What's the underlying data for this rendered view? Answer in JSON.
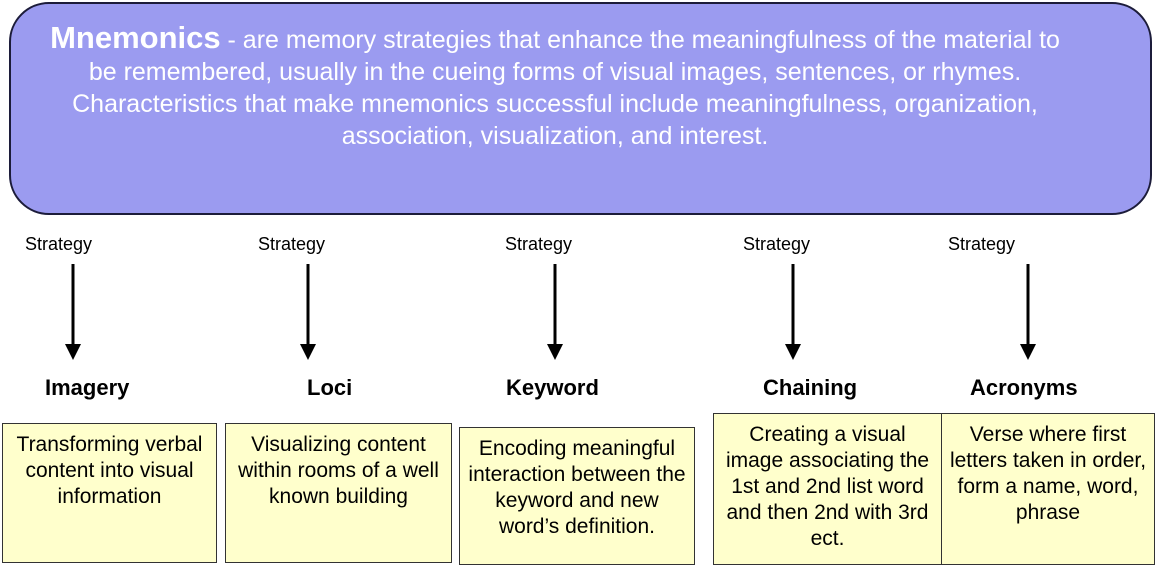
{
  "header": {
    "term": "Mnemonics",
    "definition": " - are memory strategies that enhance the meaningfulness of the material to be remembered, usually in the cueing forms of visual images, sentences, or rhymes. Characteristics that make mnemonics successful include meaningfulness, organization, association, visualization, and interest."
  },
  "strategies": [
    {
      "label": "Strategy",
      "name": "Imagery",
      "description": "Transforming verbal content into visual information"
    },
    {
      "label": "Strategy",
      "name": "Loci",
      "description": "Visualizing content within rooms of a well known building"
    },
    {
      "label": "Strategy",
      "name": "Keyword",
      "description": "Encoding  meaningful interaction between the keyword and new word’s definition."
    },
    {
      "label": "Strategy",
      "name": "Chaining",
      "description": "Creating a visual image associating the 1st and 2nd  list word and then 2nd with 3rd ect."
    },
    {
      "label": "Strategy",
      "name": "Acronyms",
      "description": "Verse where first letters taken in order, form a name, word, phrase"
    }
  ],
  "colors": {
    "header_fill": "#9b9bf0",
    "header_text": "#ffffff",
    "box_fill": "#ffffcc"
  }
}
